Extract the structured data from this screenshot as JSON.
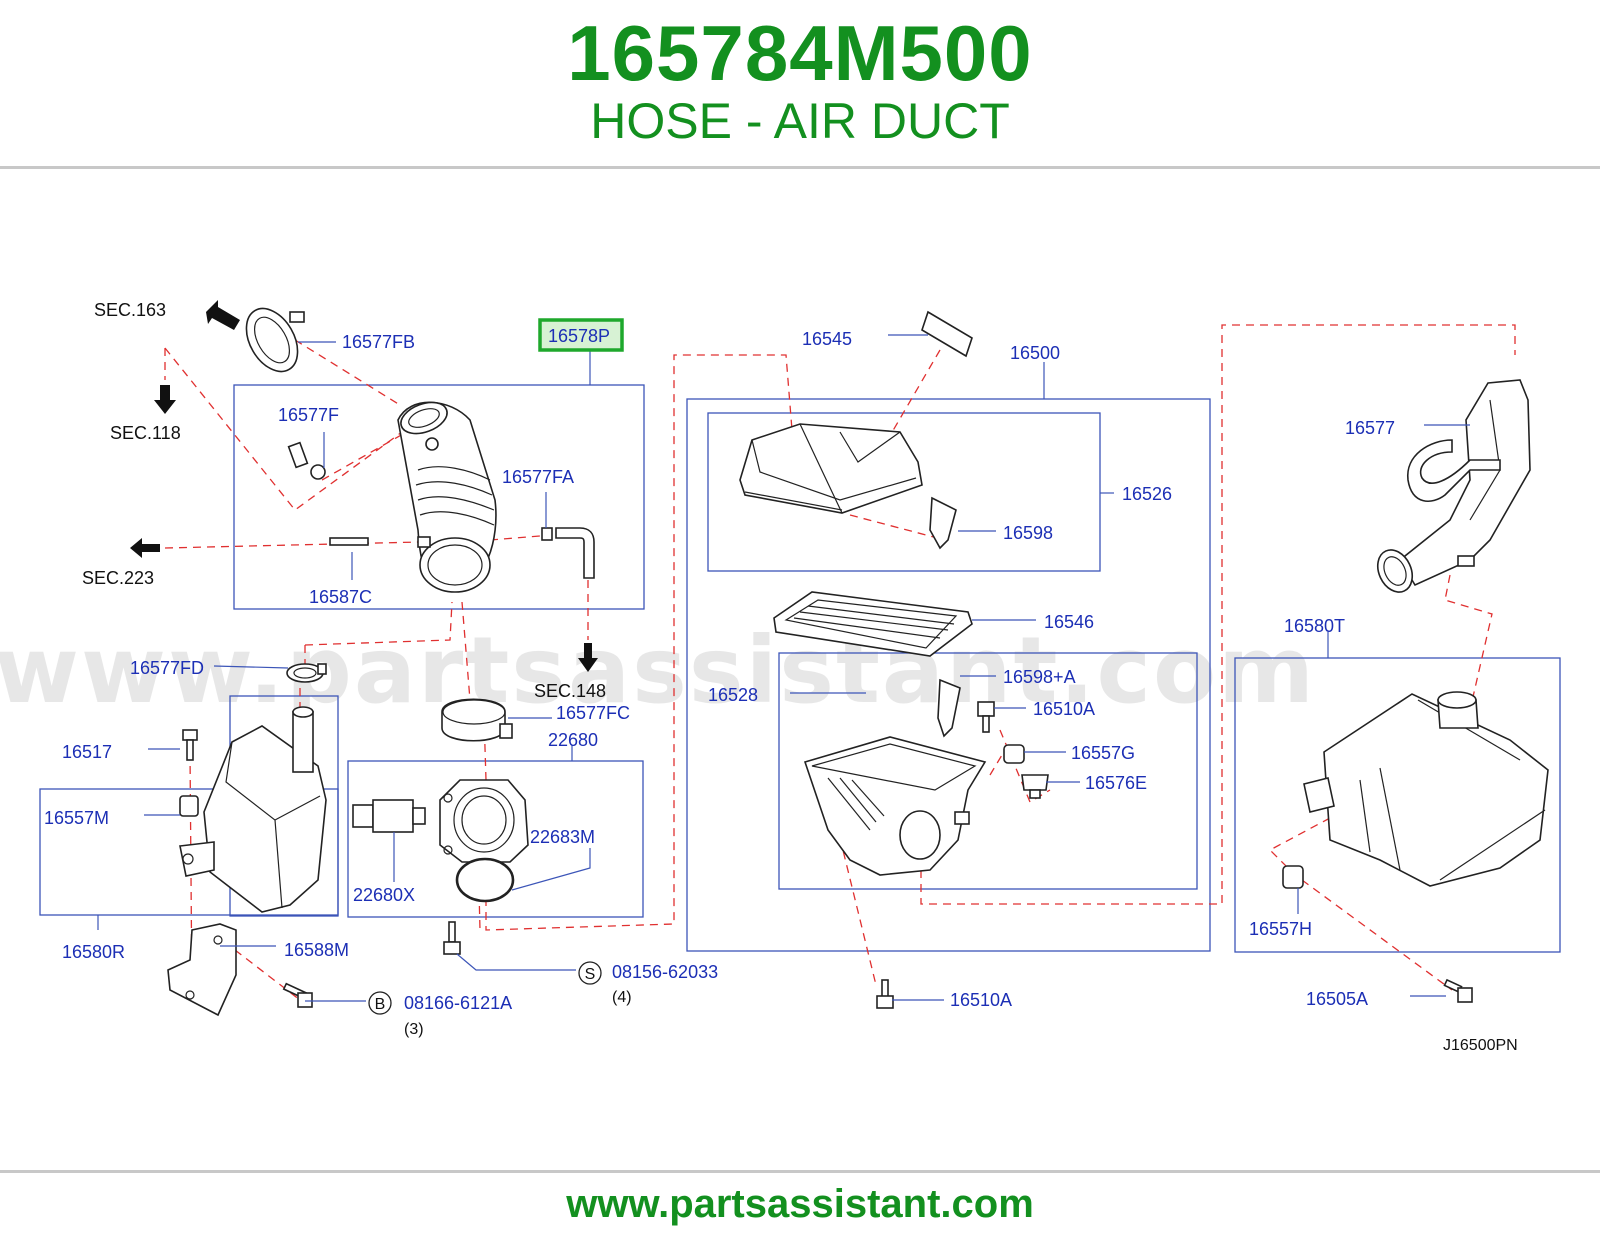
{
  "header": {
    "part_number": "165784M500",
    "part_name": "HOSE - AIR DUCT"
  },
  "highlight": {
    "color": "#1ea82c",
    "label_ref": "16578P"
  },
  "colors": {
    "title_green": "#13901f",
    "callout_blue": "#1c2fb5",
    "dashed_red": "#e03030"
  },
  "watermark": "www.partsassistant.com",
  "footer": {
    "url": "www.partsassistant.com"
  },
  "diagram": {
    "code": "J16500PN",
    "sections": {
      "sec163": "SEC.163",
      "sec118": "SEC.118",
      "sec223": "SEC.223",
      "sec148": "SEC.148"
    },
    "callouts": {
      "c16577FB": "16577FB",
      "c16578P": "16578P",
      "c16577F": "16577F",
      "c16577FA": "16577FA",
      "c16587C": "16587C",
      "c16577FD": "16577FD",
      "c16577FC": "16577FC",
      "c16517": "16517",
      "c16557M": "16557M",
      "c16580R": "16580R",
      "c16588M": "16588M",
      "c22680": "22680",
      "c22683M": "22683M",
      "c22680X": "22680X",
      "c08156": "08156-62033",
      "c08156_qty": "(4)",
      "c08156_sym": "S",
      "c08166": "08166-6121A",
      "c08166_qty": "(3)",
      "c08166_sym": "B",
      "c16545": "16545",
      "c16500": "16500",
      "c16526": "16526",
      "c16598": "16598",
      "c16546": "16546",
      "c16528": "16528",
      "c16598A": "16598+A",
      "c16510A_top": "16510A",
      "c16557G": "16557G",
      "c16576E": "16576E",
      "c16510A_bottom": "16510A",
      "c16577": "16577",
      "c16580T": "16580T",
      "c16557H": "16557H",
      "c16505A": "16505A"
    }
  }
}
